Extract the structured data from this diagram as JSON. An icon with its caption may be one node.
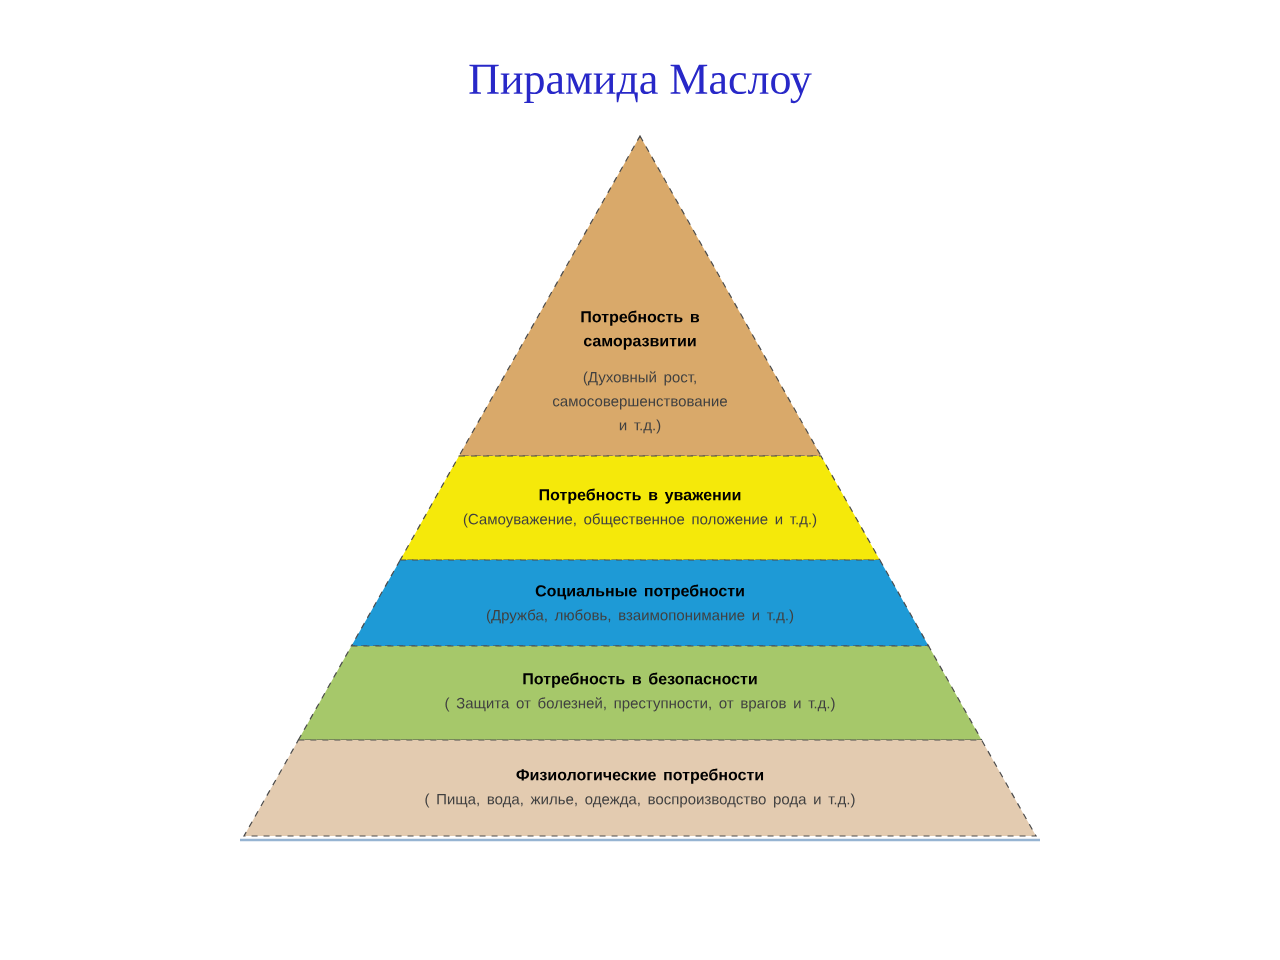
{
  "diagram": {
    "title": "Пирамида Маслоу",
    "nodes": [
      {
        "text": [
          "Потребность в саморазвитии",
          "(Духовный рост, самосовершенствование и т.д.)"
        ]
      },
      {
        "text": [
          "Потребность в уважении",
          "(Самоуважение, общественное положение и т.д.)"
        ]
      },
      {
        "text": [
          "Социальные потребности",
          "(Дружба, любовь, взаимопонимание и т.д.)"
        ]
      },
      {
        "text": [
          "Потребность в безопасности",
          "( Защита от болезней, преступности, от врагов и т.д.)"
        ]
      },
      {
        "text": [
          "Физиологические потребности",
          "( Пища, вода, жилье, одежда, воспроизводство рода и т.д.)"
        ]
      }
    ]
  }
}
